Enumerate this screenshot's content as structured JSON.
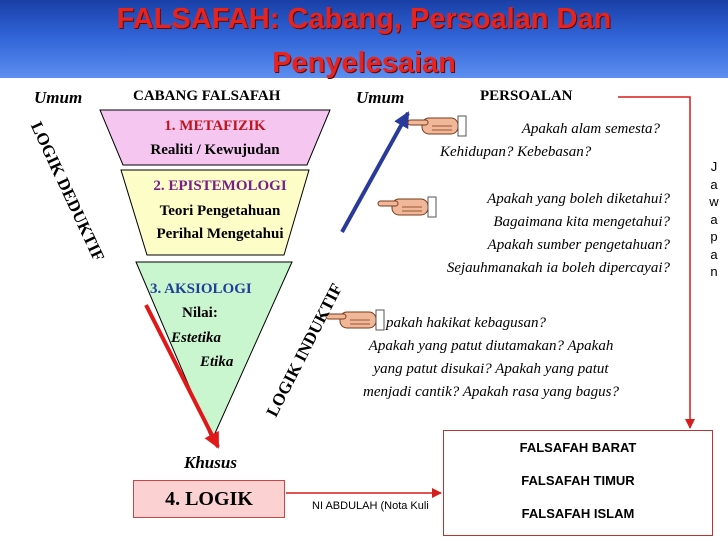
{
  "title": {
    "line1": "FALSAFAH: Cabang, Persoalan Dan",
    "line2": "Penyelesaian"
  },
  "labels": {
    "umum_left": "Umum",
    "cabang": "CABANG FALSAFAH",
    "umum_right": "Umum",
    "persoalan": "PERSOALAN",
    "khusus": "Khusus",
    "logik_deduktif": "LOGIK DEDUKTIF",
    "logik_induktif": "LOGIK INDUKTIF",
    "jawapan": [
      "J",
      "a",
      "w",
      "a",
      "p",
      "a",
      "n"
    ]
  },
  "branches": {
    "metafizik": {
      "title": "1. METAFIZIK",
      "line1": "Realiti / Kewujudan"
    },
    "epistemologi": {
      "title": "2. EPISTEMOLOGI",
      "line1": "Teori Pengetahuan",
      "line2": "Perihal Mengetahui"
    },
    "aksiologi": {
      "title": "3. AKSIOLOGI",
      "line1": "Nilai:",
      "line2": "Estetika",
      "line3": "Etika"
    },
    "logik": "4. LOGIK"
  },
  "questions": {
    "q1": [
      "Apakah alam semesta?",
      "Kehidupan? Kebebasan?"
    ],
    "q2": [
      "Apakah yang boleh diketahui?",
      "Bagaimana kita mengetahui?",
      "Apakah sumber pengetahuan?",
      "Sejauhmanakah ia boleh dipercayai?"
    ],
    "q3": [
      "pakah hakikat kebagusan?",
      "Apakah yang patut diutamakan? Apakah",
      "yang patut disukai? Apakah yang patut",
      "menjadi cantik? Apakah rasa yang bagus?"
    ]
  },
  "footer": "NI ABDULAH (Nota Kuli",
  "answers": [
    "FALSAFAH BARAT",
    "FALSAFAH TIMUR",
    "FALSAFAH ISLAM"
  ],
  "colors": {
    "title": "#e8231e",
    "header_bg": "#2f62d6",
    "metafizik_fill": "#f5c6f0",
    "epistemologi_fill": "#fdfdc8",
    "aksiologi_fill": "#c9f5cf",
    "metafizik_title": "#c0141c",
    "epistemologi_title": "#7a1f8a",
    "aksiologi_title": "#1f3f9a",
    "deduktif_arrow": "#e01818",
    "induktif_arrow": "#2a3a9a",
    "connector": "#d81c1c"
  },
  "icons": {
    "pointer": "pointing-hand-icon"
  }
}
